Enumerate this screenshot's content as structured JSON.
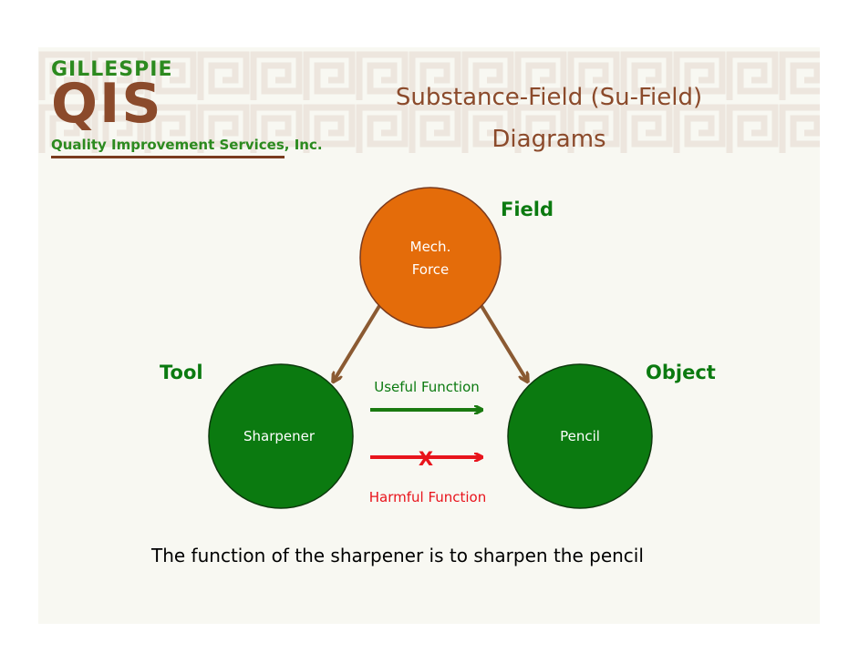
{
  "logo": {
    "top_line": "GILLESPIE",
    "main": "QIS",
    "subtitle": "Quality Improvement Services, Inc."
  },
  "title": "Substance-Field (Su-Field)\nDiagrams",
  "diagram": {
    "field_label": "Field",
    "field_node": {
      "line1": "Mech.",
      "line2": "Force"
    },
    "tool_label": "Tool",
    "tool_node": "Sharpener",
    "object_label": "Object",
    "object_node": "Pencil",
    "useful_function": "Useful Function",
    "harmful_function": "Harmful Function",
    "harmful_mark": "X"
  },
  "caption": "The function of the sharpener is to sharpen the pencil",
  "colors": {
    "field_fill": "#e46c0a",
    "substance_fill": "#0b7a10",
    "green_text": "#0b7a10",
    "useful_arrow": "#1a7a10",
    "harmful_arrow": "#e8141c",
    "connector": "#8b5a32",
    "title_text": "#8b4a2b",
    "border_pattern": "#ede6de"
  }
}
